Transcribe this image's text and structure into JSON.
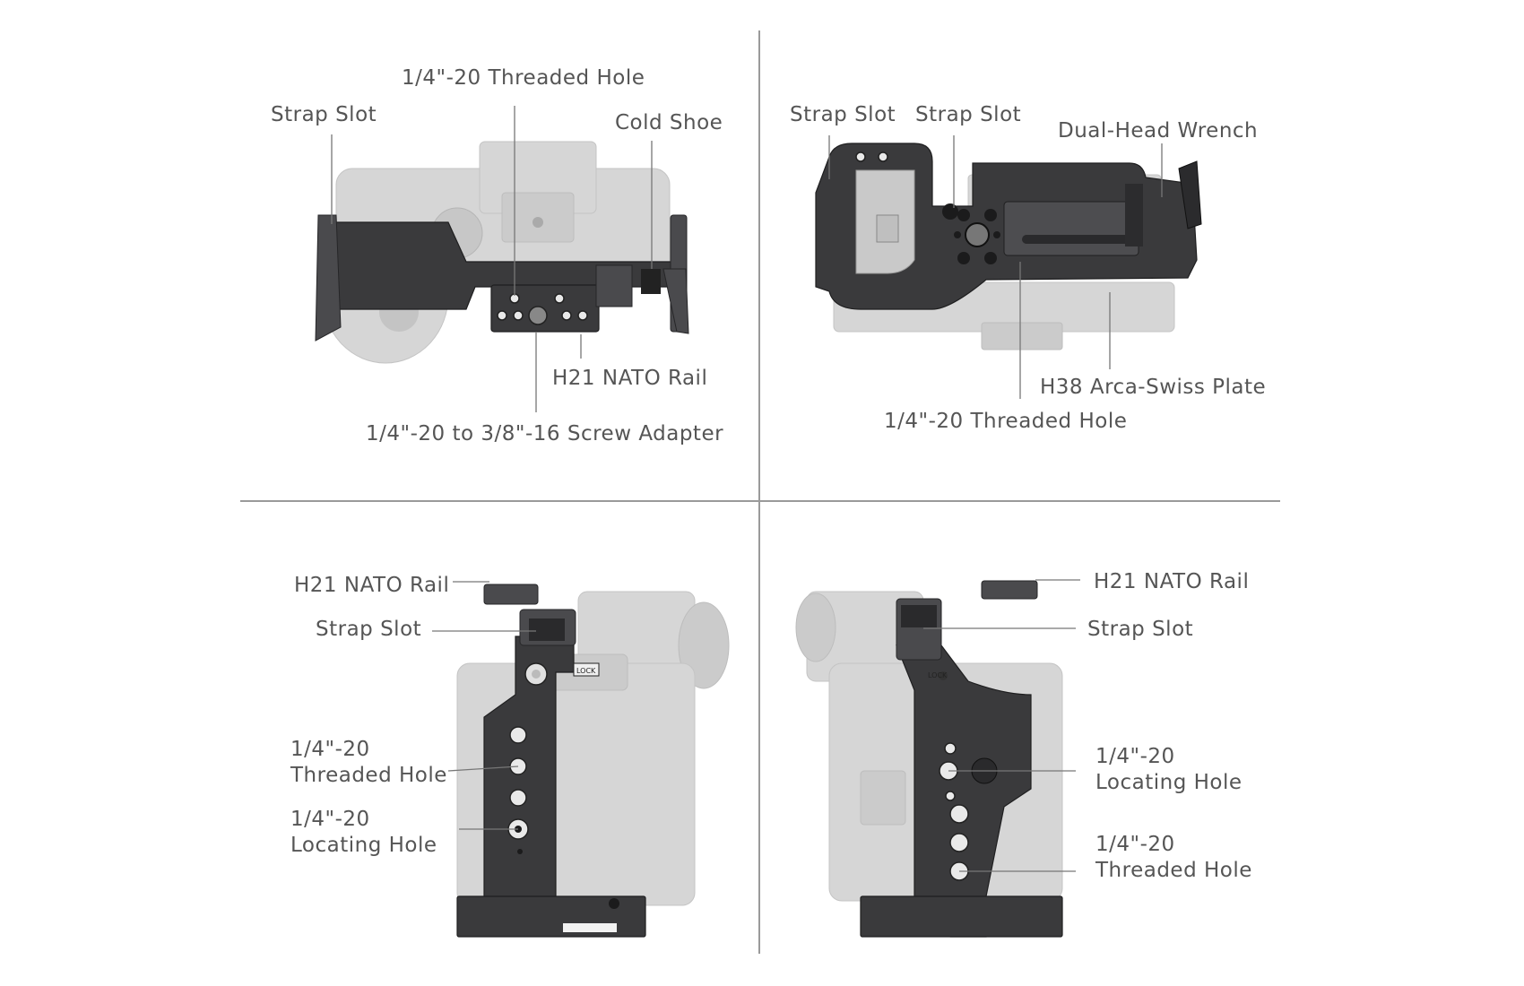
{
  "panels": {
    "top_left": {
      "threaded_hole": "1/4\"-20 Threaded Hole",
      "strap_slot": "Strap Slot",
      "cold_shoe": "Cold Shoe",
      "nato_rail": "H21 NATO Rail",
      "screw_adapter": "1/4\"-20 to 3/8\"-16 Screw Adapter"
    },
    "top_right": {
      "strap_slot_1": "Strap Slot",
      "strap_slot_2": "Strap Slot",
      "wrench": "Dual-Head Wrench",
      "arca_plate": "H38 Arca-Swiss Plate",
      "threaded_hole": "1/4\"-20 Threaded Hole"
    },
    "bottom_left": {
      "nato_rail": "H21 NATO Rail",
      "strap_slot": "Strap Slot",
      "threaded_hole": "1/4\"-20\nThreaded Hole",
      "locating_hole": "1/4\"-20\nLocating Hole",
      "lock_text": "LOCK"
    },
    "bottom_right": {
      "nato_rail": "H21 NATO Rail",
      "strap_slot": "Strap Slot",
      "locating_hole": "1/4\"-20\nLocating Hole",
      "threaded_hole": "1/4\"-20\nThreaded Hole",
      "lock_text": "LOCK"
    }
  },
  "colors": {
    "cage": "#3a3a3c",
    "camera": "#d6d6d6",
    "label": "#555555",
    "divider": "#9a9a9a"
  }
}
